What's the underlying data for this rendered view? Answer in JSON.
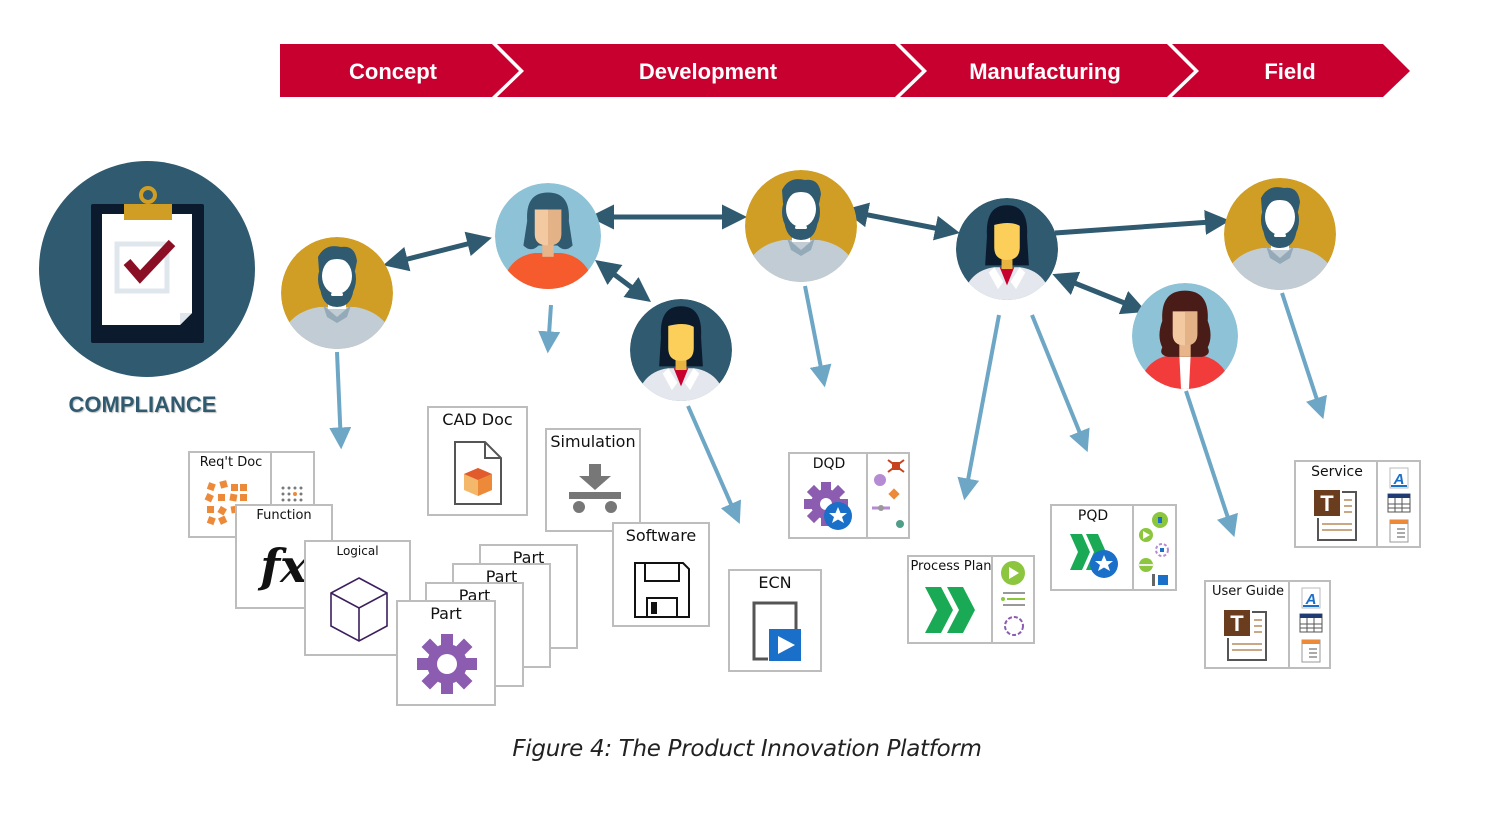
{
  "stages": [
    {
      "label": "Concept"
    },
    {
      "label": "Development"
    },
    {
      "label": "Manufacturing"
    },
    {
      "label": "Field"
    }
  ],
  "colors": {
    "stage_red": "#c8002f",
    "connector_dark": "#2f5a70",
    "connector_light": "#6ea7c6",
    "gold": "#d09e25",
    "light_blue": "#8ec3d7",
    "part_purple": "#8b5cb0",
    "green": "#1aaa55",
    "blue": "#1a6fc9",
    "orange": "#ec8a3a",
    "brown": "#6a3d1e"
  },
  "compliance": {
    "label": "COMPLIANCE",
    "icon": "clipboard-check-icon"
  },
  "people": [
    {
      "id": "concept-engineer",
      "role": "male-bearded",
      "bg": "gold"
    },
    {
      "id": "design-engineer",
      "role": "female",
      "bg": "light-blue"
    },
    {
      "id": "software-engineer",
      "role": "female-labcoat",
      "bg": "dark-teal"
    },
    {
      "id": "quality-engineer",
      "role": "male-bearded",
      "bg": "gold"
    },
    {
      "id": "manufacturing-engineer",
      "role": "female-labcoat",
      "bg": "dark-teal"
    },
    {
      "id": "documentation-author",
      "role": "female-curly",
      "bg": "light-blue"
    },
    {
      "id": "service-engineer",
      "role": "male-bearded",
      "bg": "gold"
    }
  ],
  "artifacts": {
    "reqt_doc": {
      "title": "Req't Doc",
      "icon": "requirements-icon"
    },
    "function": {
      "title": "Function",
      "icon": "fx-icon"
    },
    "logical": {
      "title": "Logical",
      "icon": "cube-icon"
    },
    "cad_doc": {
      "title": "CAD Doc",
      "icon": "cad-document-icon"
    },
    "simulation": {
      "title": "Simulation",
      "icon": "simulation-load-icon"
    },
    "software": {
      "title": "Software",
      "icon": "floppy-disk-icon"
    },
    "parts": [
      {
        "title": "Part"
      },
      {
        "title": "Part"
      },
      {
        "title": "Part"
      },
      {
        "title": "Part"
      }
    ],
    "ecn": {
      "title": "ECN",
      "icon": "ecn-play-icon"
    },
    "dqd": {
      "title": "DQD",
      "icon": "gear-star-icon"
    },
    "process_plan": {
      "title": "Process Plan",
      "icon": "double-chevron-icon"
    },
    "pqd": {
      "title": "PQD",
      "icon": "process-star-icon"
    },
    "service": {
      "title": "Service",
      "icon": "technical-document-icon"
    },
    "user_guide": {
      "title": "User Guide",
      "icon": "technical-document-icon"
    }
  },
  "caption": "Figure 4: The Product Innovation Platform"
}
